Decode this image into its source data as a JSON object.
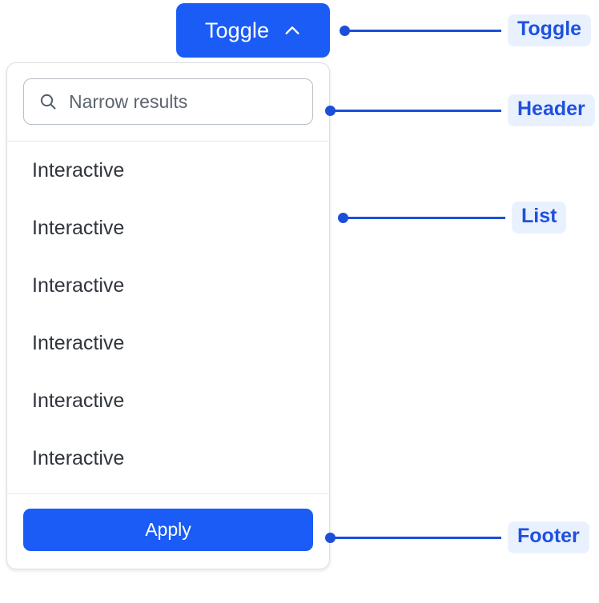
{
  "toggle": {
    "label": "Toggle",
    "icon": "chevron-up-icon",
    "expanded": true,
    "background_color": "#1a5cf5",
    "text_color": "#ffffff"
  },
  "panel": {
    "header": {
      "search": {
        "icon": "search-icon",
        "placeholder": "Narrow results",
        "value": ""
      }
    },
    "list": {
      "items": [
        {
          "label": "Interactive"
        },
        {
          "label": "Interactive"
        },
        {
          "label": "Interactive"
        },
        {
          "label": "Interactive"
        },
        {
          "label": "Interactive"
        },
        {
          "label": "Interactive"
        }
      ]
    },
    "footer": {
      "apply_label": "Apply",
      "apply_background_color": "#1a5cf5"
    },
    "border_color": "#dcdfe3"
  },
  "annotations": [
    {
      "label": "Toggle"
    },
    {
      "label": "Header"
    },
    {
      "label": "List"
    },
    {
      "label": "Footer"
    }
  ],
  "annotation_colors": {
    "line": "#1b4fd8",
    "pill_background": "#eaf1fe",
    "pill_text": "#1f51dd"
  }
}
